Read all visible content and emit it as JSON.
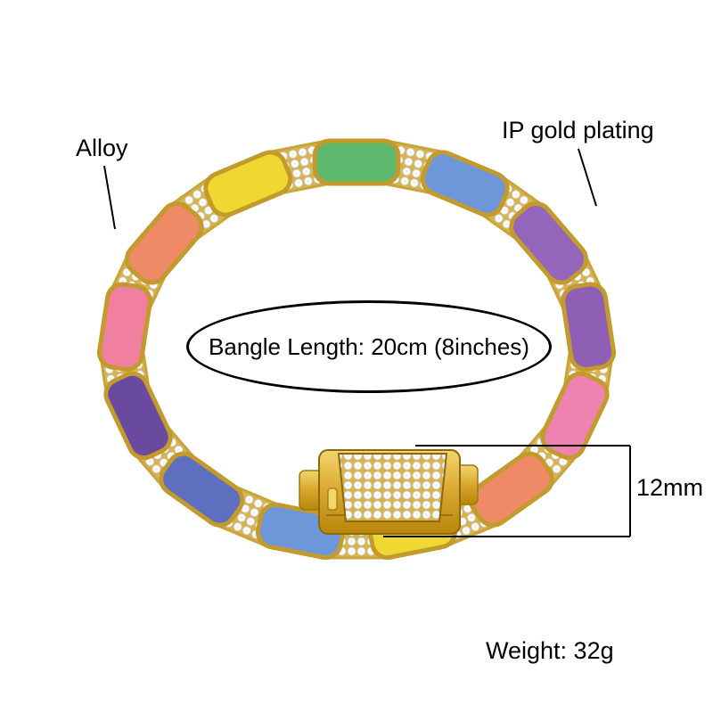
{
  "annotations": {
    "alloy_label": "Alloy",
    "plating_label": "IP gold plating",
    "bangle_length_label": "Bangle Length: 20cm (8inches)",
    "width_label": "12mm",
    "weight_label": "Weight: 32g"
  },
  "bracelet": {
    "gold": "#D9A62E",
    "gold_light": "#F3D66B",
    "gold_dark": "#9A7A10",
    "crystal": "#FFFFFF",
    "enamel_colors": [
      "#5CB96E",
      "#6D97D9",
      "#9465BB",
      "#8E5FB5",
      "#EF82B0",
      "#EE8A66",
      "#F0D832",
      "#6D97D9",
      "#5F6FC0",
      "#6A4A9E",
      "#F07FA0",
      "#EE8A66",
      "#F0D832"
    ]
  }
}
